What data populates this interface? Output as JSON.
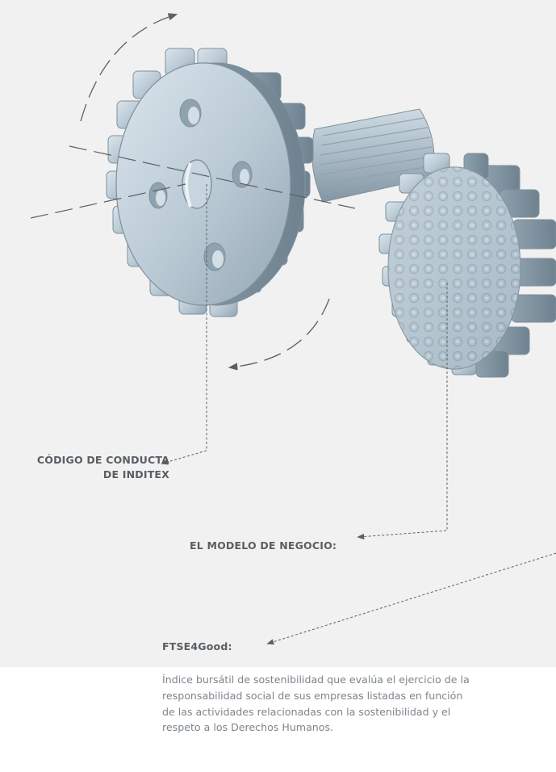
{
  "colors": {
    "background_panel": "#f1f1f1",
    "gear_fill": "#b8c7d1",
    "gear_edge": "#7e909c",
    "leader_line": "#5a6066",
    "label_text": "#585e63",
    "body_text": "#7d858c"
  },
  "labels": {
    "codigo": "CÓDIGO DE CONDUCTA\nDE INDITEX",
    "modelo": "EL MODELO DE NEGOCIO:",
    "ftse": "FTSE4Good:"
  },
  "description": {
    "ftse": "Índice bursátil de sostenibilidad que evalúa el ejercicio de la responsabilidad social de sus empresas listadas en función de las actividades relacionadas con la sostenibilidad y el respeto a los Derechos Humanos."
  }
}
